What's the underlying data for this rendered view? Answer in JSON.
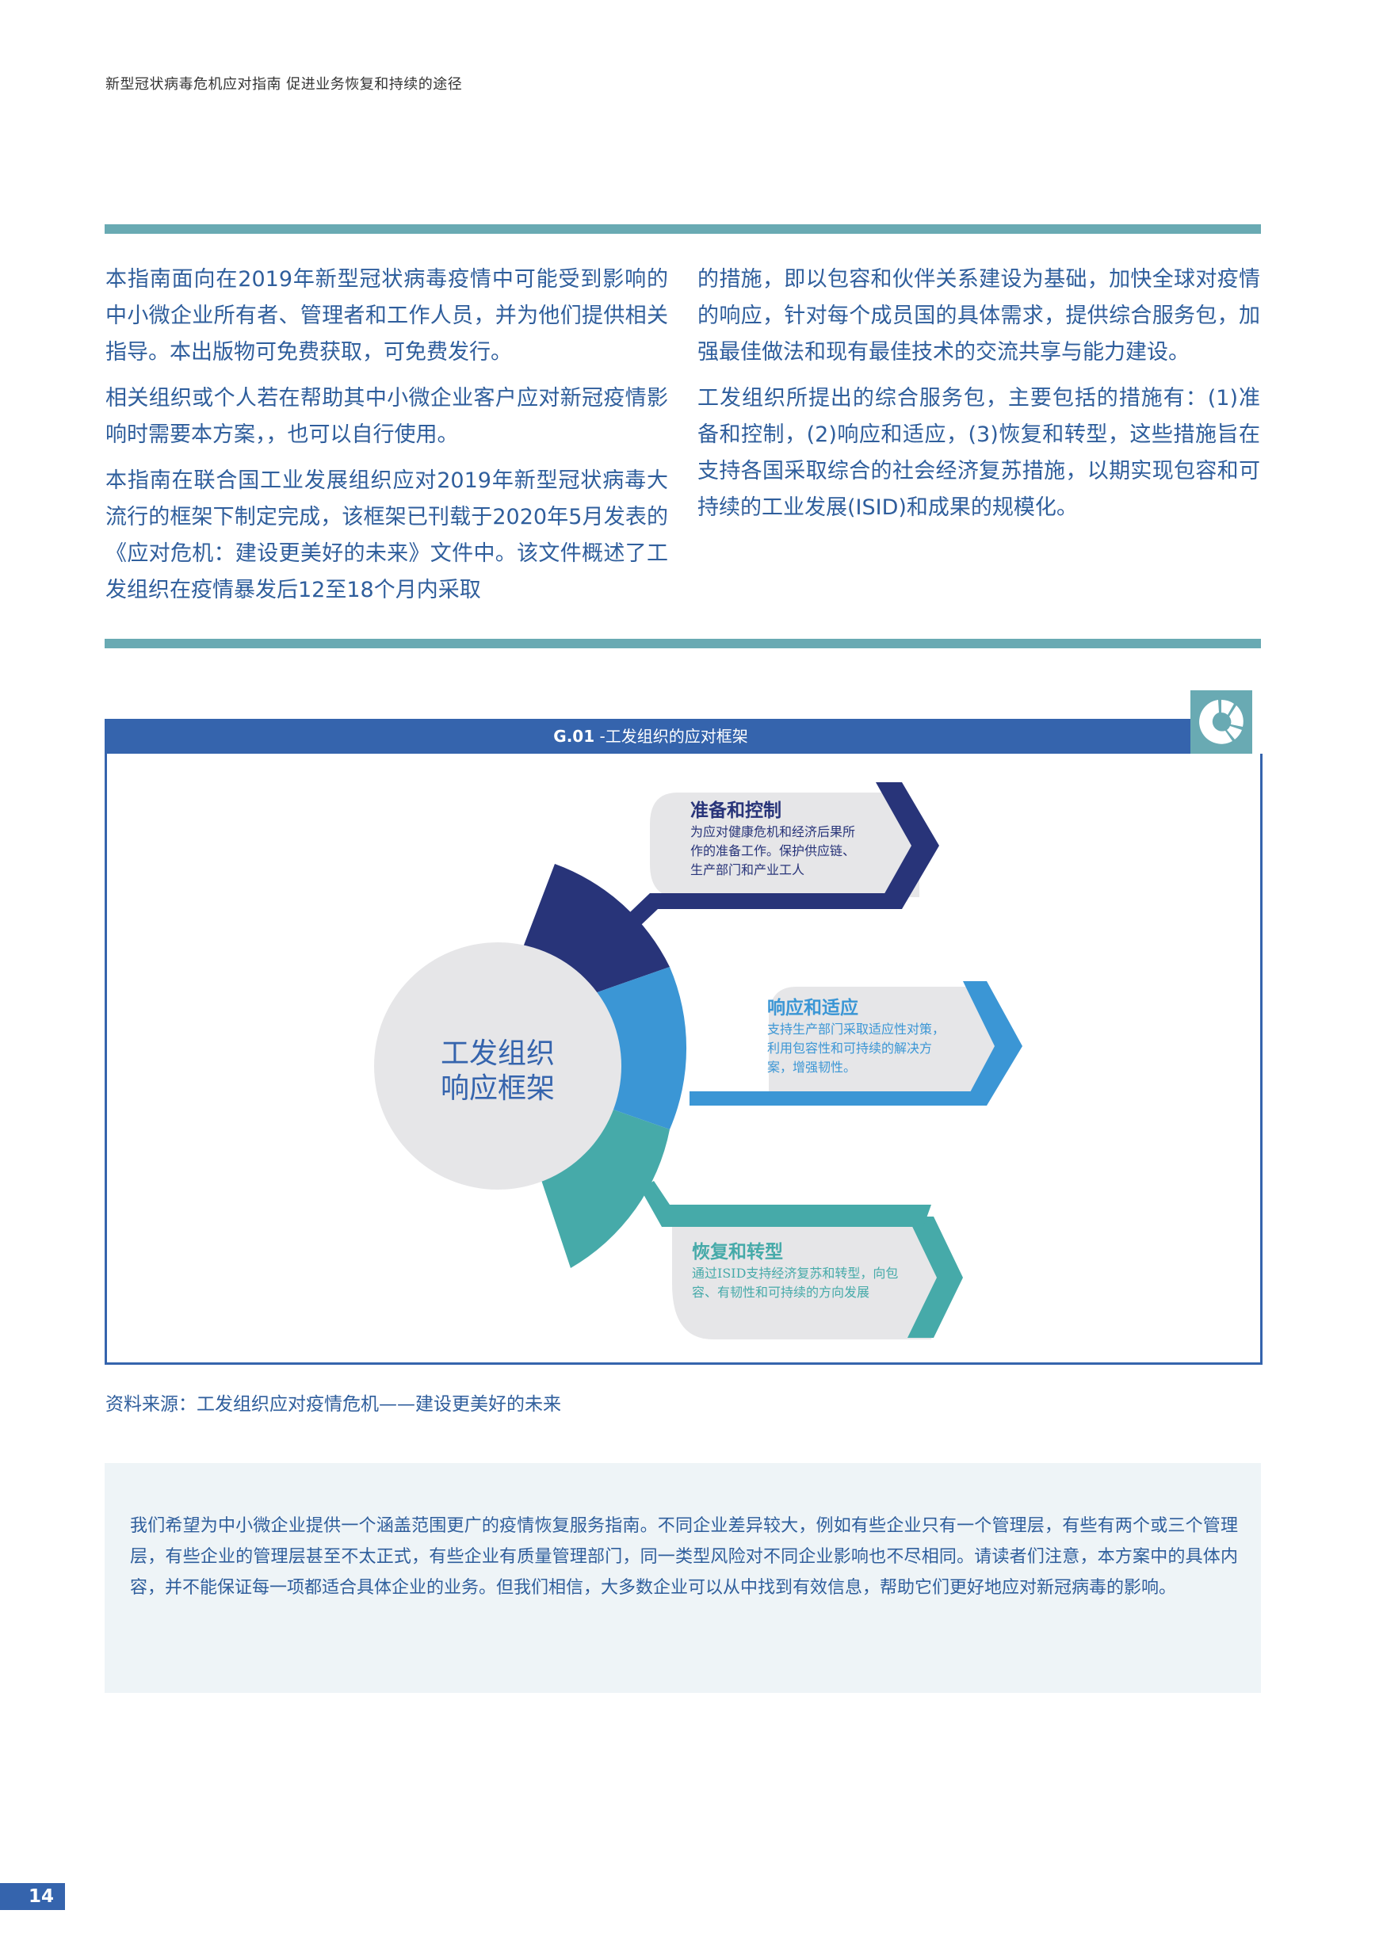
{
  "header": {
    "running_title": "新型冠状病毒危机应对指南 促进业务恢复和持续的途径"
  },
  "body": {
    "left_column": [
      "本指南面向在2019年新型冠状病毒疫情中可能受到影响的中小微企业所有者、管理者和工作人员，并为他们提供相关指导。本出版物可免费获取，可免费发行。",
      "相关组织或个人若在帮助其中小微企业客户应对新冠疫情影响时需要本方案，，也可以自行使用。",
      "本指南在联合国工业发展组织应对2019年新型冠状病毒大流行的框架下制定完成，该框架已刊载于2020年5月发表的《应对危机：建设更美好的未来》文件中。该文件概述了工发组织在疫情暴发后12至18个月内采取"
    ],
    "right_column": [
      "的措施，即以包容和伙伴关系建设为基础，加快全球对疫情的响应，针对每个成员国的具体需求，提供综合服务包，加强最佳做法和现有最佳技术的交流共享与能力建设。",
      "工发组织所提出的综合服务包，主要包括的措施有：(1)准备和控制，(2)响应和适应，(3)恢复和转型，这些措施旨在支持各国采取综合的社会经济复苏措施，以期实现包容和可持续的工业发展(ISID)和成果的规模化。"
    ]
  },
  "figure": {
    "code": "G.01",
    "title": " -工发组织的应对框架",
    "icon": "donut-chart-icon",
    "center_label_line1": "工发组织",
    "center_label_line2": "响应框架",
    "colors": {
      "header_blue": "#3564ad",
      "icon_teal": "#69aab3",
      "stage1": "#283479",
      "stage2": "#3b96d5",
      "stage3": "#46aaa9",
      "circle_gray": "#e6e6e8"
    },
    "stages": [
      {
        "title": "准备和控制",
        "description": "为应对健康危机和经济后果所作的准备工作。保护供应链、生产部门和产业工人",
        "desc_lines": [
          "为应对健康危机和经济后果所",
          "作的准备工作。保护供应链、",
          "生产部门和产业工人"
        ],
        "color": "#283479"
      },
      {
        "title": "响应和适应",
        "description": "支持生产部门采取适应性对策，利用包容性和可持续的解决方案，增强韧性。",
        "desc_lines": [
          "支持生产部门采取适应性对策，",
          "利用包容性和可持续的解决方",
          "案，增强韧性。"
        ],
        "color": "#3b96d5"
      },
      {
        "title": "恢复和转型",
        "description": "通过ISID支持经济复苏和转型，向包容、有韧性和可持续的方向发展",
        "desc_lines": [
          "通过ISID支持经济复苏和转型，向包",
          "容、有韧性和可持续的方向发展"
        ],
        "color": "#46aaa9"
      }
    ],
    "source": "资料来源：工发组织应对疫情危机——建设更美好的未来"
  },
  "note": {
    "text": "我们希望为中小微企业提供一个涵盖范围更广的疫情恢复服务指南。不同企业差异较大，例如有些企业只有一个管理层，有些有两个或三个管理层，有些企业的管理层甚至不太正式，有些企业有质量管理部门，同一类型风险对不同企业影响也不尽相同。请读者们注意，本方案中的具体内容，并不能保证每一项都适合具体企业的业务。但我们相信，大多数企业可以从中找到有效信息，帮助它们更好地应对新冠病毒的影响。"
  },
  "footer": {
    "page_number": "14"
  }
}
